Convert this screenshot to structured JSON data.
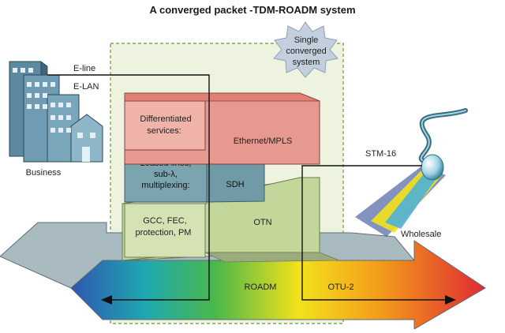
{
  "title": "A converged packet -TDM-ROADM system",
  "callout": {
    "line1": "Single",
    "line2": "converged",
    "line3": "system"
  },
  "labels": {
    "eline": "E-line",
    "elan": "E-LAN",
    "business": "Business",
    "stm16": "STM-16",
    "wholesale": "Wholesale",
    "roadm": "ROADM",
    "otu2": "OTU-2"
  },
  "layers": {
    "ethernet": {
      "name": "Ethernet/MPLS",
      "desc": [
        "Differentiated",
        "services:"
      ]
    },
    "sdh": {
      "name": "SDH",
      "desc": [
        "Leased lines,",
        "sub-λ,",
        "multiplexing:"
      ]
    },
    "otn": {
      "name": "OTN",
      "desc": [
        "GCC, FEC,",
        "protection, PM"
      ]
    }
  },
  "colors": {
    "ethernet": "#e07f73",
    "sdh": "#6f9aa6",
    "otn": "#c3d79a",
    "region": "#eef3df",
    "arrow_left": "#3a66b6",
    "arrow_right": "#e03030"
  }
}
